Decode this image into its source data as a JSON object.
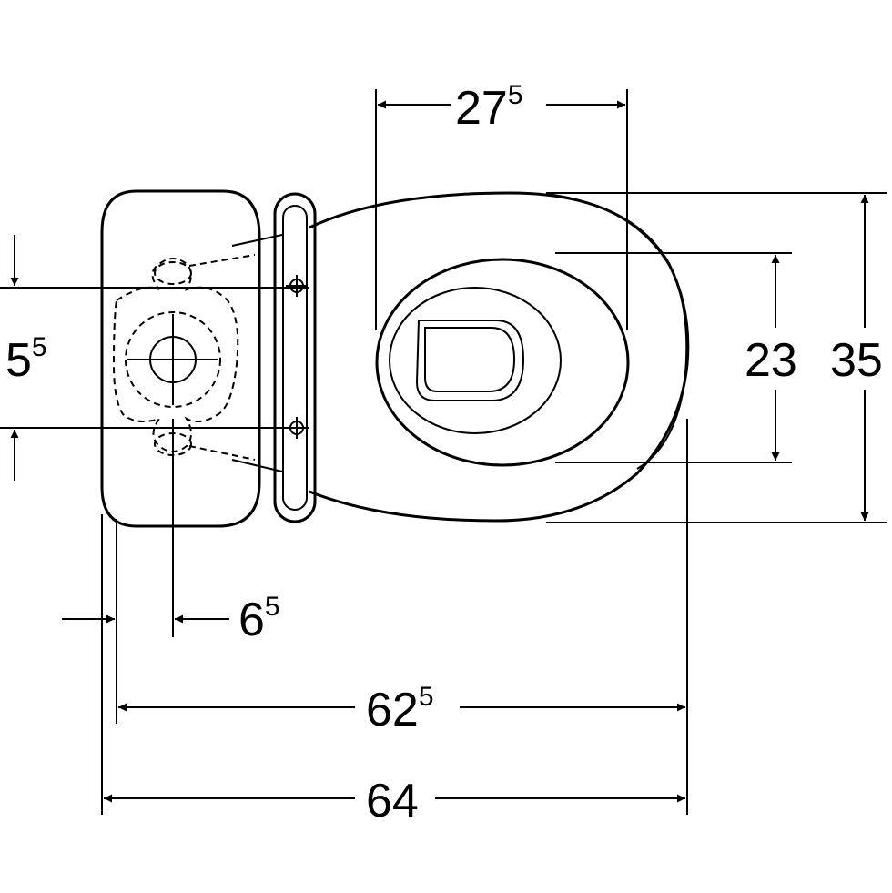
{
  "dimensions": {
    "seat_opening_width": {
      "main": "27",
      "sup": "5"
    },
    "rim_inner_height": {
      "main": "23",
      "sup": ""
    },
    "overall_width": {
      "main": "35",
      "sup": ""
    },
    "fixing_holes_spacing": {
      "main": "5",
      "sup": "5"
    },
    "tank_offset": {
      "main": "6",
      "sup": "5"
    },
    "bowl_length": {
      "main": "62",
      "sup": "5"
    },
    "overall_length": {
      "main": "64",
      "sup": ""
    }
  },
  "colors": {
    "line": "#000000",
    "background": "#ffffff"
  }
}
